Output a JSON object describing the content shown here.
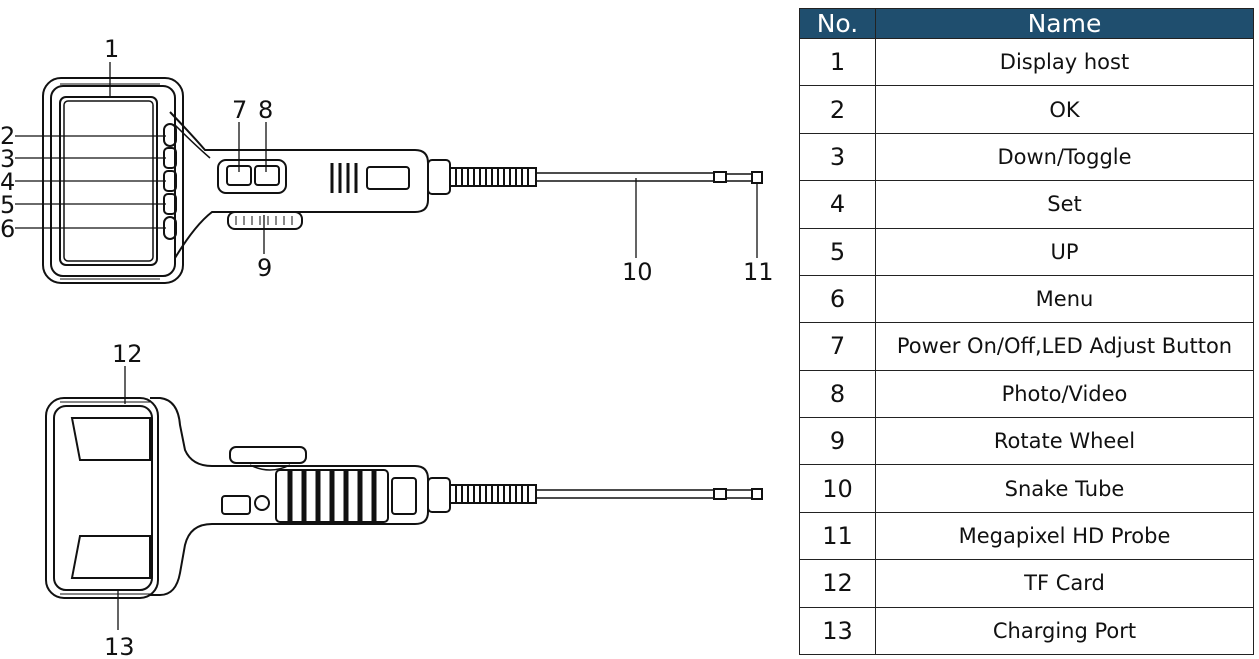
{
  "diagram": {
    "callouts_top": [
      "1",
      "2",
      "3",
      "4",
      "5",
      "6",
      "7",
      "8",
      "9",
      "10",
      "11"
    ],
    "callouts_bottom": [
      "12",
      "13"
    ]
  },
  "table": {
    "header": {
      "no": "No.",
      "name": "Name"
    },
    "rows": [
      {
        "no": "1",
        "name": "Display host"
      },
      {
        "no": "2",
        "name": "OK"
      },
      {
        "no": "3",
        "name": "Down/Toggle"
      },
      {
        "no": "4",
        "name": "Set"
      },
      {
        "no": "5",
        "name": "UP"
      },
      {
        "no": "6",
        "name": "Menu"
      },
      {
        "no": "7",
        "name": "Power On/Off,LED Adjust Button"
      },
      {
        "no": "8",
        "name": "Photo/Video"
      },
      {
        "no": "9",
        "name": "Rotate Wheel"
      },
      {
        "no": "10",
        "name": "Snake Tube"
      },
      {
        "no": "11",
        "name": "Megapixel HD Probe"
      },
      {
        "no": "12",
        "name": "TF Card"
      },
      {
        "no": "13",
        "name": "Charging Port"
      }
    ],
    "colors": {
      "header_bg": "#1f4e6e",
      "header_text": "#ffffff"
    }
  }
}
